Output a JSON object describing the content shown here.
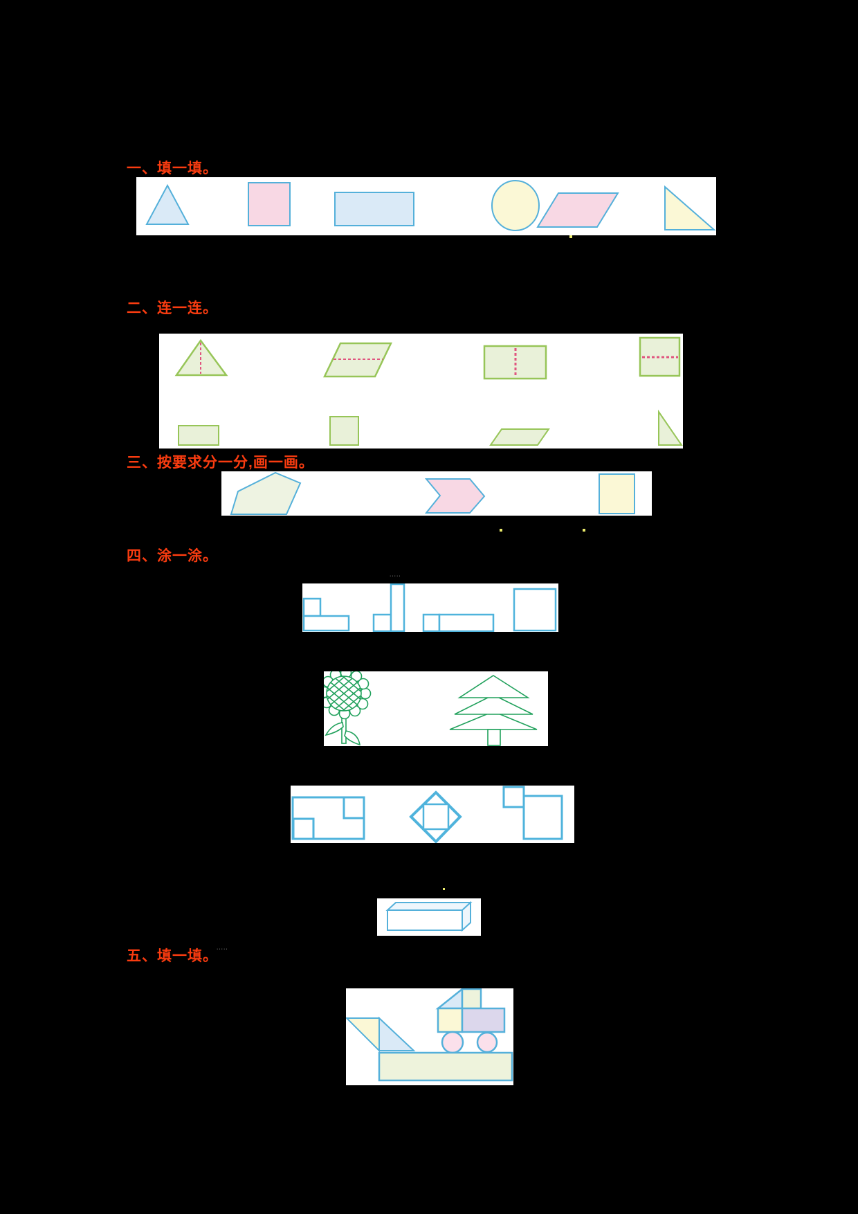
{
  "document": {
    "type": "math-worksheet",
    "language": "zh-CN",
    "background": "#000000",
    "paper": "#ffffff"
  },
  "sections": {
    "s1": {
      "title": "一、填一填。"
    },
    "s2": {
      "title": "二、连一连。"
    },
    "s3": {
      "title": "三、按要求分一分,画一画。"
    },
    "s4": {
      "title": "四、涂一涂。"
    },
    "s5": {
      "title": "五、填一填。"
    }
  },
  "watermarks": {
    "w1": "·····",
    "w2": "·····"
  },
  "colors": {
    "title_accent": "#fa3c10",
    "outline_blue": "#54b0da",
    "fill_pink": "#f8d8e4",
    "fill_blue": "#daeaf7",
    "fill_yellow": "#fbf8d6",
    "fill_green": "#e9f1d9",
    "fill_lavender": "#dcd7ec",
    "outline_green": "#97c558",
    "dashed_red": "#e0557f",
    "drawing_green": "#21a15c",
    "stray_dot": "#e9e96b"
  },
  "shape_inventory": {
    "row1_shapes": [
      "triangle-blue",
      "rectangle-pink",
      "rectangle-blue",
      "circle-yellow",
      "parallelogram-pink",
      "right-triangle-yellow"
    ],
    "row2_top_shapes_with_fold_lines": [
      "triangle-vertical-dash",
      "parallelogram-horizontal-dash",
      "rectangle-vertical-dash",
      "square-horizontal-dash"
    ],
    "row2_bottom_shapes": [
      "rectangle",
      "square",
      "parallelogram",
      "right-triangle"
    ],
    "row3_shapes": [
      "irregular-pentagon-green",
      "chevron-arrow-pink",
      "rectangle-yellow"
    ],
    "row4_boxes": [
      "rectangle-compositions",
      "sunflower-and-pine-tree",
      "rectangles-and-diamond",
      "cuboid-3d"
    ],
    "row5_figure": "truck-built-from-shapes",
    "truck_parts": [
      "yellow-triangle",
      "blue-triangle",
      "cab-triangle",
      "cab-square",
      "yellow-rectangle",
      "lavender-rectangle",
      "pink-wheel-circle",
      "pink-wheel-circle",
      "green-base-rectangle"
    ]
  }
}
